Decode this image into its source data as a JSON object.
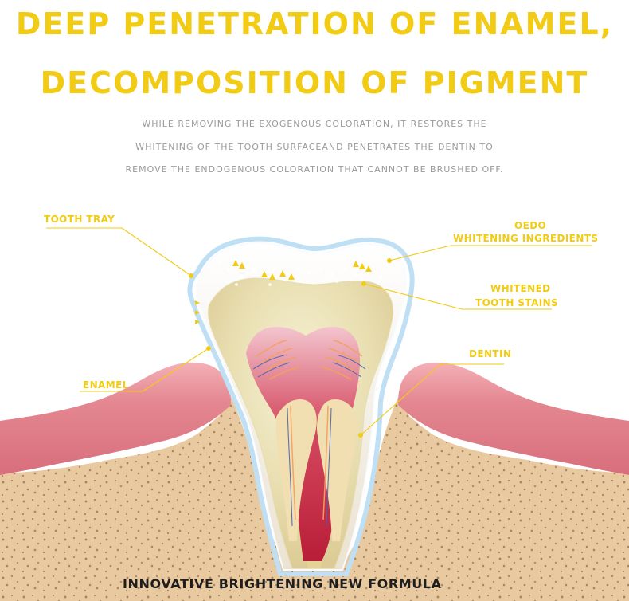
{
  "title": {
    "line1": "DEEP PENETRATION OF ENAMEL,",
    "line2": "DECOMPOSITION OF PIGMENT"
  },
  "subtitle": {
    "line1": "WHILE REMOVING THE EXOGENOUS COLORATION, IT RESTORES THE",
    "line2": "WHITENING OF THE TOOTH SURFACEAND PENETRATES THE DENTIN TO",
    "line3": "REMOVE THE ENDOGENOUS COLORATION THAT CANNOT BE BRUSHED OFF."
  },
  "labels": {
    "tooth_tray": "TOOTH TRAY",
    "oedo_line1": "OEDO",
    "oedo_line2": "WHITENING INGREDIENTS",
    "whitened_line1": "WHITENED",
    "whitened_line2": "TOOTH STAINS",
    "dentin": "DENTIN",
    "enamel": "ENAMEL"
  },
  "footer": {
    "text": "INNOVATIVE BRIGHTENING NEW FORMULA"
  },
  "colors": {
    "accent_yellow": "#f2cb15",
    "gum_pink": "#e07a87",
    "bone_tan": "#e9c99f",
    "pulp_red": "#c62f46",
    "dentin_yellow": "#e8deb0",
    "tray_blue": "#bfe0f4"
  }
}
